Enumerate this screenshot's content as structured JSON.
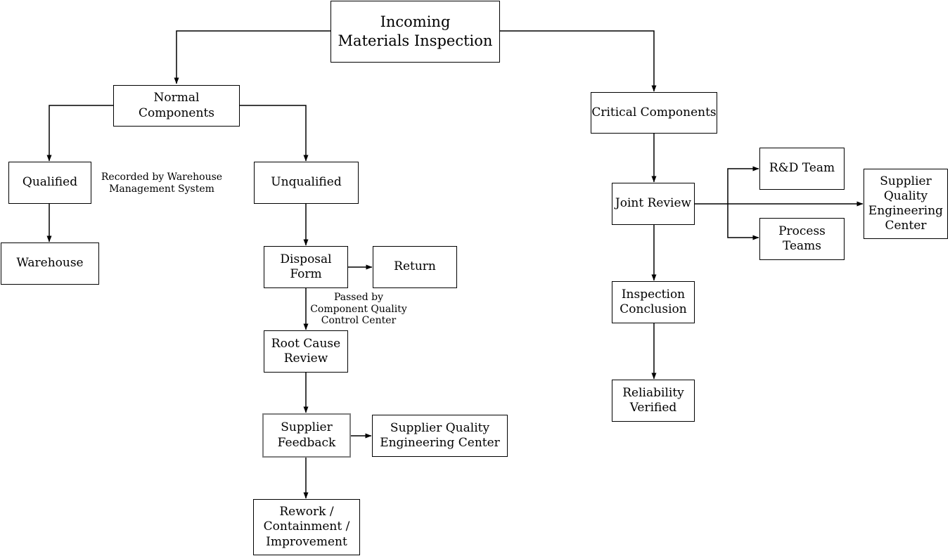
{
  "diagram": {
    "title": "Incoming Materials Inspection flowchart",
    "colors": {
      "background": "#ffffff",
      "box_fill": "#ffffff",
      "box_border": "#000000",
      "highlight_border": "#808080",
      "line": "#000000",
      "text": "#000000"
    },
    "nodes": {
      "incoming": {
        "label": "Incoming\nMaterials Inspection"
      },
      "normal": {
        "label": "Normal Components"
      },
      "critical": {
        "label": "Critical Components"
      },
      "qualified": {
        "label": "Qualified"
      },
      "unqualified": {
        "label": "Unqualified"
      },
      "warehouse": {
        "label": "Warehouse"
      },
      "disposal_form": {
        "label": "Disposal\nForm"
      },
      "return": {
        "label": "Return"
      },
      "root_cause_review": {
        "label": "Root Cause\nReview"
      },
      "supplier_feedback": {
        "label": "Supplier\nFeedback"
      },
      "sqe_center": {
        "label": "Supplier Quality\nEngineering Center"
      },
      "rework": {
        "label": "Rework /\nContainment /\nImprovement"
      },
      "joint_review": {
        "label": "Joint Review"
      },
      "rd_team": {
        "label": "R&D Team"
      },
      "process_teams": {
        "label": "Process\nTeams"
      },
      "sqe_center_right": {
        "label": "Supplier\nQuality\nEngineering\nCenter"
      },
      "inspection_conclusion": {
        "label": "Inspection\nConclusion"
      },
      "reliability_verified": {
        "label": "Reliability\nVerified"
      }
    },
    "annotations": {
      "recorded_by": "Recorded by Warehouse\nManagement System",
      "passed_by": "Passed by\nComponent Quality\nControl Center"
    },
    "edges": [
      {
        "from": "incoming",
        "to": "normal"
      },
      {
        "from": "incoming",
        "to": "critical"
      },
      {
        "from": "normal",
        "to": "qualified"
      },
      {
        "from": "normal",
        "to": "unqualified"
      },
      {
        "from": "qualified",
        "to": "warehouse"
      },
      {
        "from": "unqualified",
        "to": "disposal_form"
      },
      {
        "from": "disposal_form",
        "to": "return"
      },
      {
        "from": "disposal_form",
        "to": "root_cause_review"
      },
      {
        "from": "root_cause_review",
        "to": "supplier_feedback"
      },
      {
        "from": "supplier_feedback",
        "to": "sqe_center"
      },
      {
        "from": "supplier_feedback",
        "to": "rework"
      },
      {
        "from": "critical",
        "to": "joint_review"
      },
      {
        "from": "joint_review",
        "to": "rd_team"
      },
      {
        "from": "joint_review",
        "to": "process_teams"
      },
      {
        "from": "joint_review",
        "to": "sqe_center_right"
      },
      {
        "from": "joint_review",
        "to": "inspection_conclusion"
      },
      {
        "from": "inspection_conclusion",
        "to": "reliability_verified"
      }
    ]
  }
}
